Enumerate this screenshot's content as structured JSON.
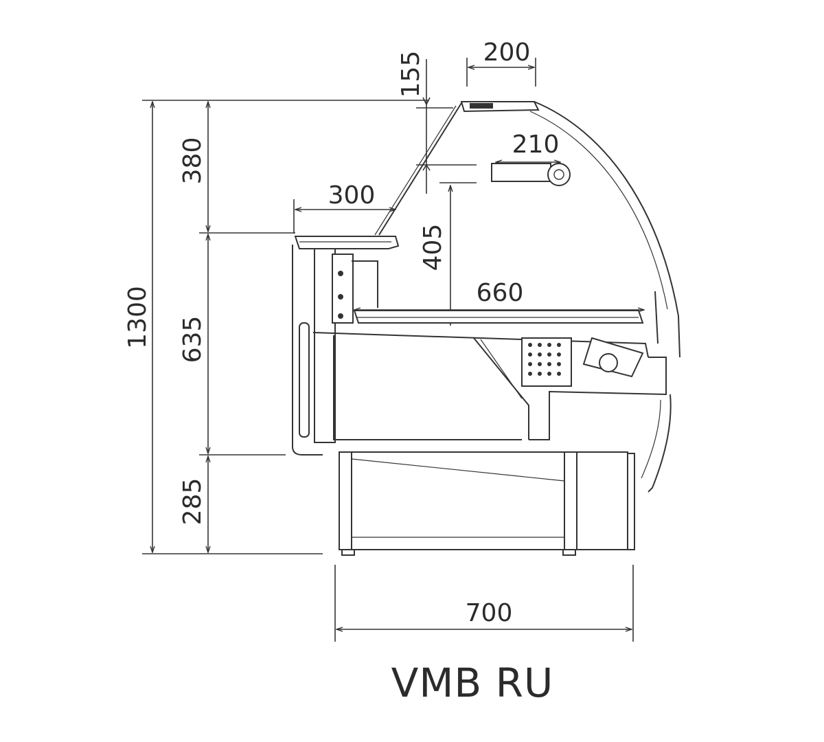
{
  "dimensions": {
    "top_width": "200",
    "top_offset": "155",
    "lamp_width": "210",
    "upper_height": "380",
    "shelf_depth": "300",
    "glass_height": "405",
    "deck_depth": "660",
    "total_height": "1300",
    "mid_height": "635",
    "base_height": "285",
    "total_depth": "700"
  },
  "model_label": "VMB RU",
  "colors": {
    "line": "#333333",
    "text": "#2b2b2b",
    "background": "#ffffff"
  }
}
